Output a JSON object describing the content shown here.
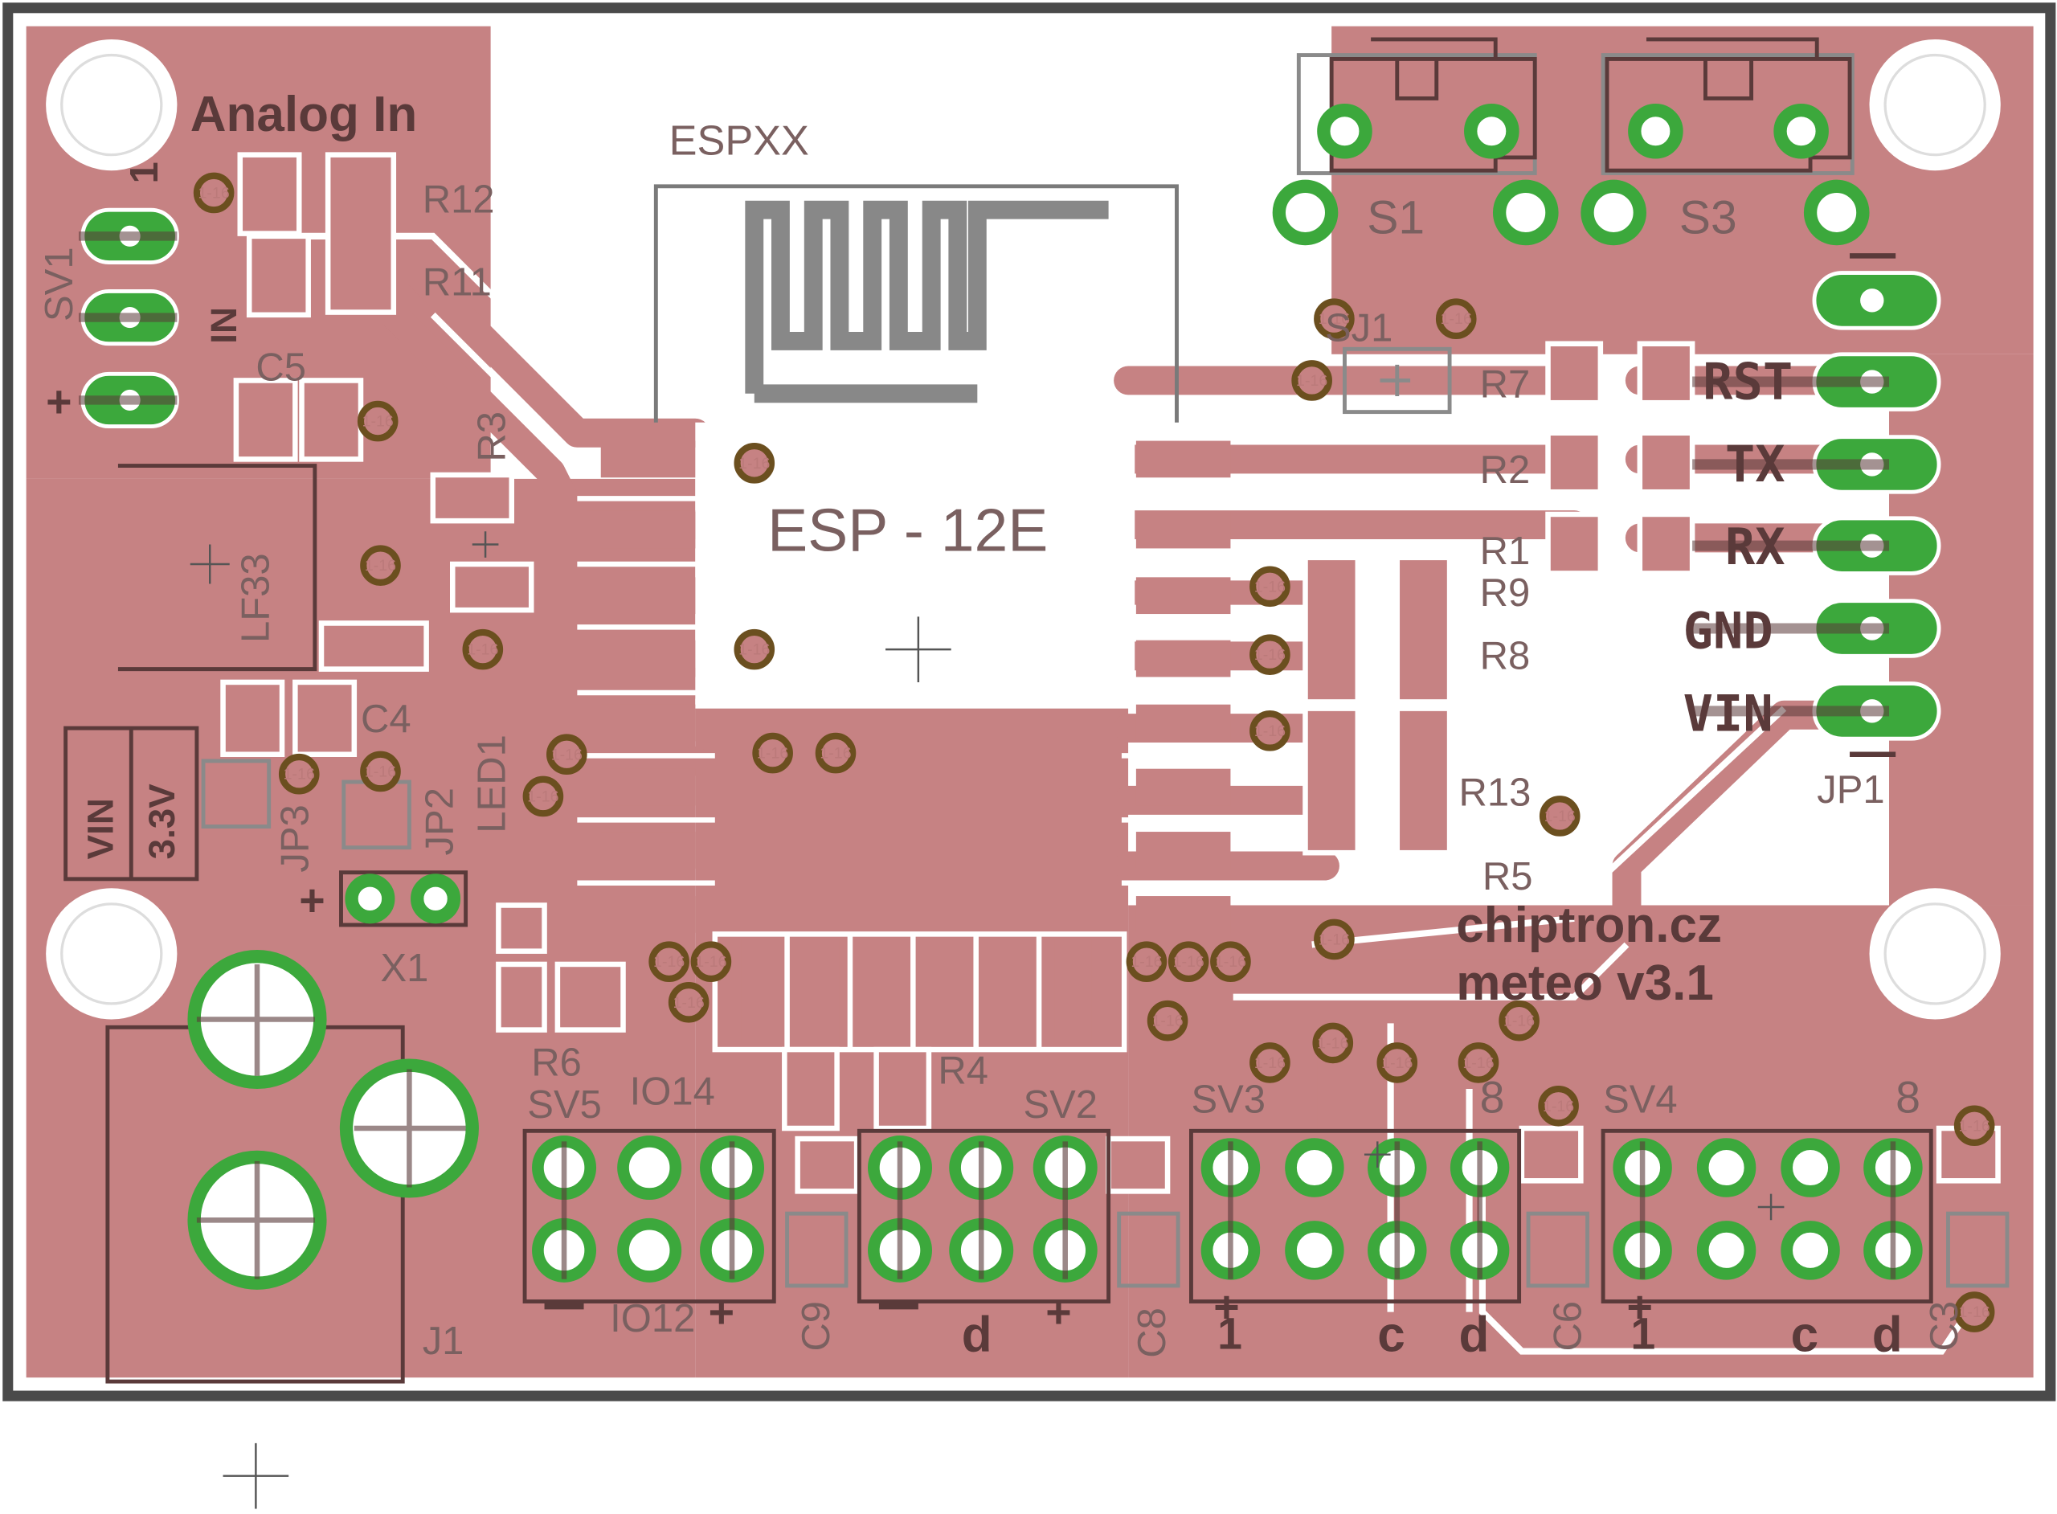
{
  "board": {
    "colors": {
      "copper": "#c68283",
      "pad": "#3ca83c",
      "outline": "#4a4a4a",
      "silk": "#555555",
      "text": "#7a6060",
      "hole": "#ffffff",
      "via_ring": "#6b4f1f"
    }
  },
  "titles": {
    "analog_in": "Analog In",
    "espxx": "ESPXX",
    "module": "ESP - 12E",
    "brand": "chiptron.cz",
    "version": "meteo  v3.1"
  },
  "parts": {
    "sv1": "SV1",
    "r12": "R12",
    "r11": "R11",
    "c5": "C5",
    "r3": "R3",
    "lf33": "LF33",
    "c4": "C4",
    "led1": "LED1",
    "jp3": "JP3",
    "jp2": "JP2",
    "x1": "X1",
    "j1": "J1",
    "r6": "R6",
    "r4": "R4",
    "sv5": "SV5",
    "io14": "IO14",
    "io12": "IO12",
    "sv2": "SV2",
    "sv3": "SV3",
    "sv4": "SV4",
    "c9": "C9",
    "c8": "C8",
    "c6": "C6",
    "c3": "C3",
    "s1": "S1",
    "s3": "S3",
    "sj1": "SJ1",
    "r7": "R7",
    "r2": "R2",
    "r1": "R1",
    "r9": "R9",
    "r8": "R8",
    "r13": "R13",
    "r5": "R5",
    "jp1": "JP1"
  },
  "pins": {
    "rst": "RST",
    "tx": "TX",
    "rx": "RX",
    "gnd": "GND",
    "vin": "VIN"
  },
  "marks": {
    "sv1_one": "1",
    "sv1_in": "IN",
    "plus": "+",
    "minus": "—",
    "vin_box": "VIN",
    "v33_box": "3.3V",
    "d": "d",
    "c": "c",
    "one": "1",
    "eight": "8"
  },
  "via_text": "1-16"
}
